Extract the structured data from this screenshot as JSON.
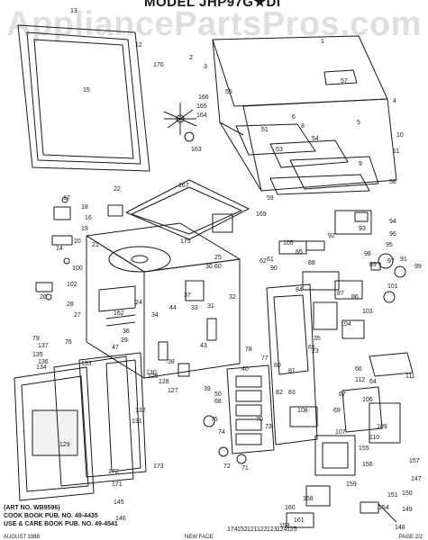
{
  "header": {
    "title": "MODEL JHP97G★DI",
    "watermark": "AppliancePartsPros.com"
  },
  "notes": {
    "art": "(ART NO. WB9596)",
    "cook_book": "COOK BOOK PUB. NO. 49-4435",
    "use_care": "USE & CARE BOOK PUB. NO. 49-4541"
  },
  "footer": {
    "left": "AUGUST 1988",
    "mid": "NEW FACE",
    "right": "PAGE 2/2"
  },
  "colors": {
    "ink": "#1a1a1a",
    "background": "#ffffff",
    "watermark": "#8c8c8c"
  },
  "callouts": [
    "13",
    "12",
    "170",
    "15",
    "2",
    "3",
    "1",
    "57",
    "55",
    "166",
    "165",
    "164",
    "163",
    "4",
    "6",
    "8",
    "5",
    "51",
    "53",
    "54",
    "10",
    "11",
    "9",
    "59",
    "167",
    "58",
    "169",
    "22",
    "17",
    "18",
    "16",
    "19",
    "14",
    "20",
    "21",
    "175",
    "105",
    "62",
    "93",
    "92",
    "96",
    "94",
    "95",
    "98",
    "89",
    "91",
    "97",
    "99",
    "101",
    "100",
    "25",
    "60",
    "61",
    "90",
    "85",
    "88",
    "84",
    "87",
    "86",
    "104",
    "103",
    "102",
    "26",
    "27",
    "28",
    "24",
    "34",
    "37",
    "44",
    "33",
    "162",
    "36",
    "29",
    "30",
    "31",
    "43",
    "47",
    "32",
    "35",
    "23",
    "83",
    "82",
    "81",
    "80",
    "78",
    "77",
    "79",
    "76",
    "137",
    "135",
    "136",
    "134",
    "133",
    "130",
    "132",
    "129",
    "131",
    "126",
    "128",
    "127",
    "38",
    "39",
    "40",
    "50",
    "68",
    "75",
    "74",
    "73",
    "72",
    "71",
    "70",
    "65",
    "66",
    "67",
    "69",
    "64",
    "106",
    "107",
    "108",
    "109",
    "110",
    "111",
    "112",
    "157",
    "155",
    "156",
    "159",
    "158",
    "160",
    "161",
    "153",
    "154",
    "151",
    "150",
    "149",
    "148",
    "147",
    "146",
    "145",
    "171",
    "172",
    "173",
    "174",
    "152",
    "121",
    "122",
    "123",
    "124",
    "125"
  ]
}
